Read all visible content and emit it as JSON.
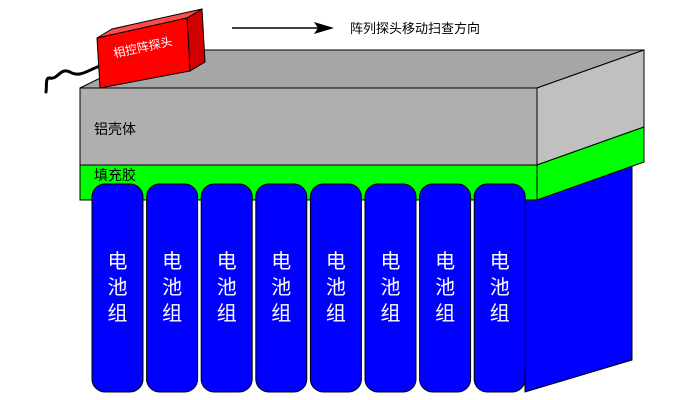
{
  "probe": {
    "label": "相控阵探头"
  },
  "scan": {
    "label": "阵列探头移动扫查方向"
  },
  "housing": {
    "label": "铝壳体"
  },
  "filler": {
    "label": "填充胶"
  },
  "battery": {
    "cells": [
      {
        "label": "电池组"
      },
      {
        "label": "电池组"
      },
      {
        "label": "电池组"
      },
      {
        "label": "电池组"
      },
      {
        "label": "电池组"
      },
      {
        "label": "电池组"
      },
      {
        "label": "电池组"
      },
      {
        "label": "电池组"
      }
    ]
  },
  "colors": {
    "housing_front": "#b0b0b0",
    "housing_top": "#a6a6a6",
    "housing_side": "#c0c0c0",
    "filler": "#00ff00",
    "battery": "#0000ff",
    "probe_front": "#ff0000",
    "probe_top": "#ff4a4a",
    "probe_side": "#d00000",
    "outline": "#000000",
    "text_dark": "#000000",
    "text_light": "#ffffff"
  }
}
